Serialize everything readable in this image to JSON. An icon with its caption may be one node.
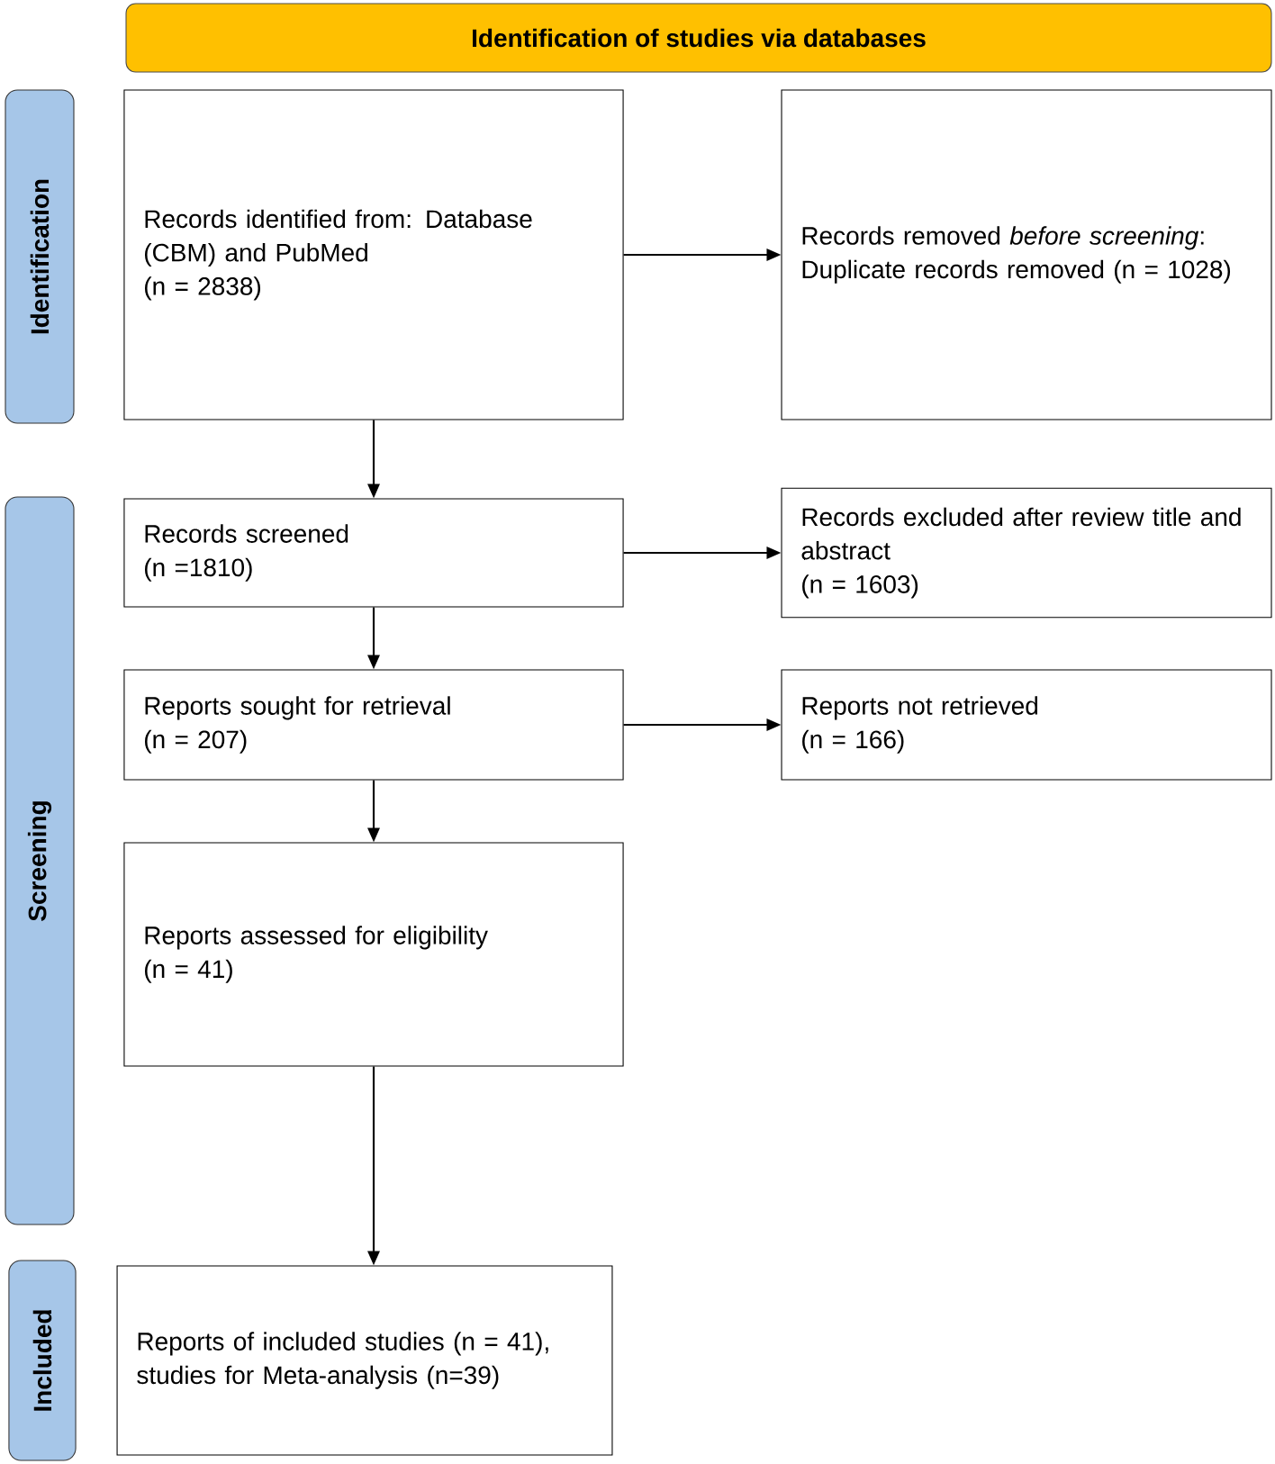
{
  "diagram": {
    "nodes": [
      {
        "text": [
          "Identification of studies via databases"
        ]
      },
      {
        "text": [
          "Identification"
        ]
      },
      {
        "text": [
          "Screening"
        ]
      },
      {
        "text": [
          "Included"
        ]
      },
      {
        "text": [
          "Records identified from: Database (CBM) and PubMed",
          "(n = 2838)"
        ]
      },
      {
        "text": [
          "Records removed *before screening*:",
          "Duplicate records removed (n = 1028)"
        ]
      },
      {
        "text": [
          "Records screened",
          "(n =1810)"
        ]
      },
      {
        "text": [
          "Records excluded after review title and abstract",
          "(n = 1603)"
        ]
      },
      {
        "text": [
          "Reports sought for retrieval",
          "(n = 207)"
        ]
      },
      {
        "text": [
          "Reports not retrieved",
          "(n = 166)"
        ]
      },
      {
        "text": [
          "Reports assessed for eligibility",
          "(n = 41)"
        ]
      },
      {
        "text": [
          "Reports of included studies (n = 41), studies for Meta-analysis (n=39)"
        ]
      }
    ],
    "edges": [
      {
        "from": 4,
        "to": 5,
        "arrow": "to"
      },
      {
        "from": 4,
        "to": 6,
        "arrow": "to"
      },
      {
        "from": 6,
        "to": 7,
        "arrow": "to"
      },
      {
        "from": 6,
        "to": 8,
        "arrow": "to"
      },
      {
        "from": 8,
        "to": 9,
        "arrow": "to"
      },
      {
        "from": 8,
        "to": 10,
        "arrow": "to"
      },
      {
        "from": 10,
        "to": 11,
        "arrow": "to"
      }
    ]
  }
}
